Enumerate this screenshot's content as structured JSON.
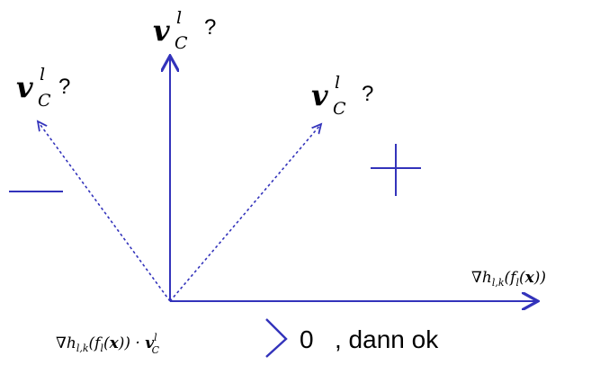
{
  "labels": {
    "top": {
      "var": "v",
      "sup": "l",
      "sub": "C",
      "q": "?"
    },
    "left": {
      "var": "v",
      "sup": "l",
      "sub": "C",
      "q": "?"
    },
    "right": {
      "var": "v",
      "sup": "l",
      "sub": "C",
      "q": "?"
    },
    "x_axis": {
      "nabla": "∇h",
      "sub": "l,k",
      "rest1": "(f",
      "fsub": "l",
      "rest2": "(",
      "xvar": "x",
      "rest3": "))"
    }
  },
  "signs": {
    "minus": "−",
    "plus": "+"
  },
  "condition": {
    "lhs_nabla": "∇h",
    "lhs_sub": "l,k",
    "lhs_rest1": "(f",
    "lhs_fsub": "l",
    "lhs_rest2": "(",
    "lhs_x": "x",
    "lhs_rest3": ")) · ",
    "lhs_v": "v",
    "lhs_v_sup": "l",
    "lhs_v_sub": "C",
    "gt": ">",
    "zero": "0",
    "tail": ", dann ok"
  },
  "colors": {
    "accent": "#3333bb"
  }
}
